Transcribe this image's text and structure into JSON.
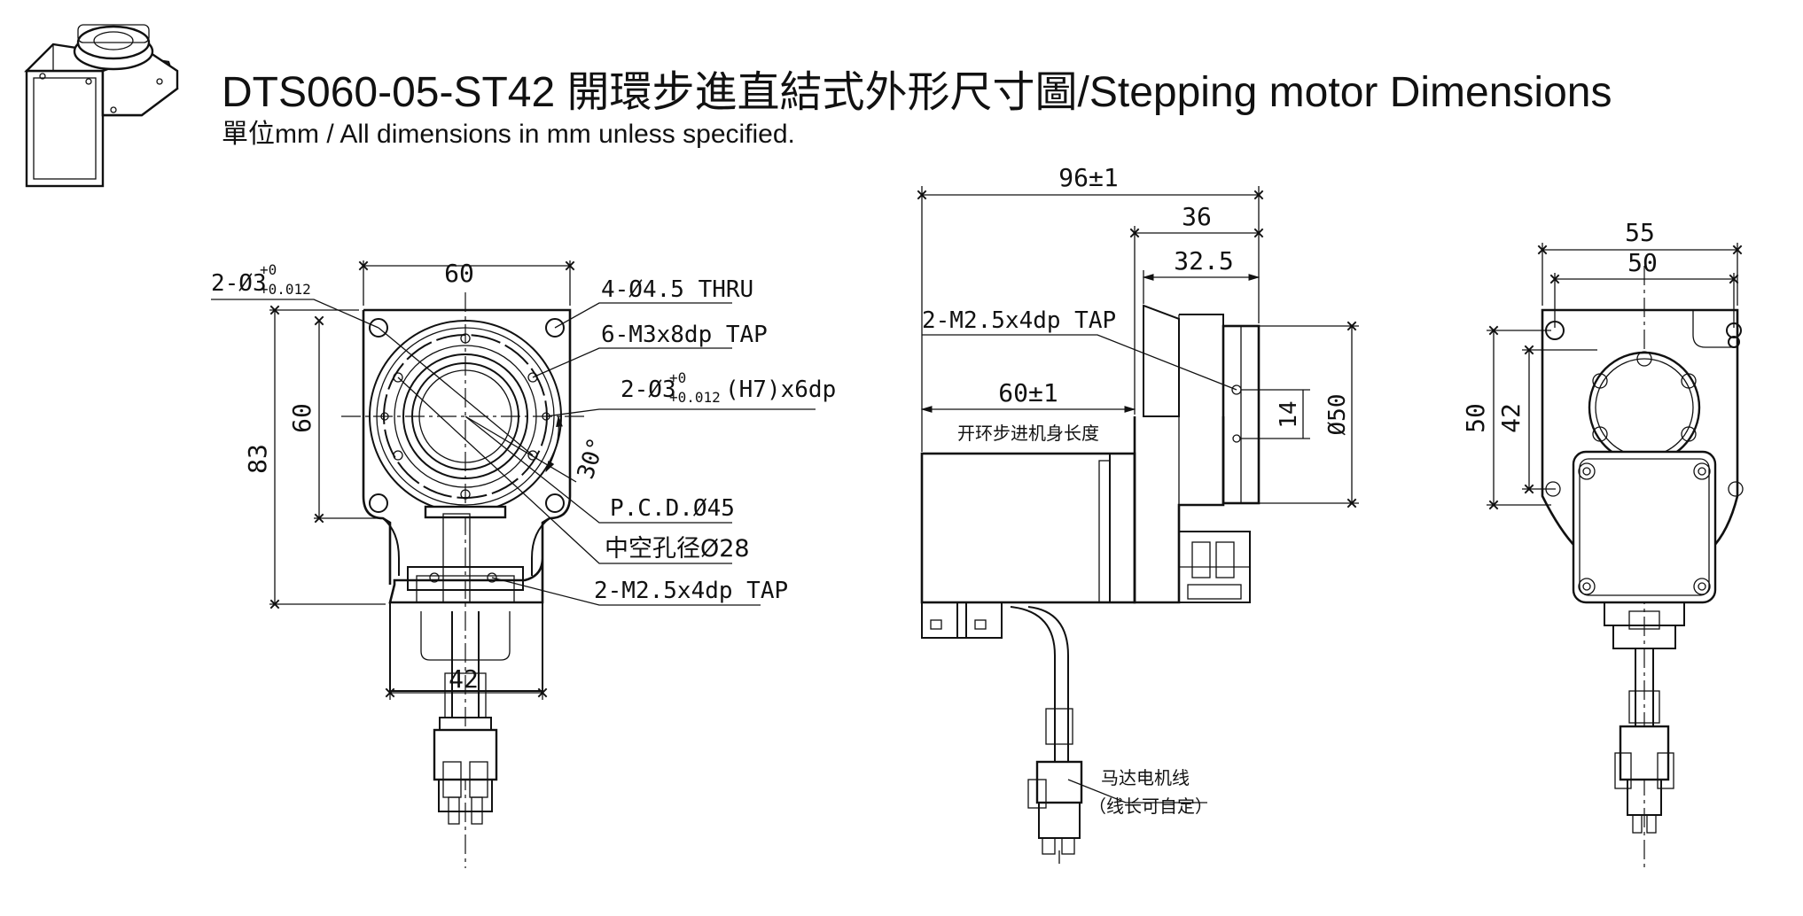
{
  "header": {
    "title": "DTS060-05-ST42 開環步進直結式外形尺寸圖/Stepping motor Dimensions",
    "subtitle": "單位mm / All dimensions in mm unless specified."
  },
  "front_view": {
    "width_dim": "60",
    "height_outer_dim": "83",
    "height_inner_dim": "60",
    "motor_width_dim": "42",
    "angle_dim": "30°",
    "callouts": {
      "pin_holes_prefix": "2-Ø3",
      "pin_holes_tol_upper": "+0",
      "pin_holes_tol_lower": "+0.012",
      "thru_holes": "4-Ø4.5 THRU",
      "tapped_holes": "6-M3x8dp TAP",
      "dowel_prefix": "2-Ø3",
      "dowel_tol_upper": "+0",
      "dowel_tol_lower": "+0.012",
      "dowel_suffix": "(H7)x6dp",
      "pcd": "P.C.D.Ø45",
      "hollow_bore": "中空孔径Ø28",
      "motor_tap": "2-M2.5x4dp TAP"
    }
  },
  "side_view": {
    "overall_length_dim": "96±1",
    "dim_36": "36",
    "dim_32_5": "32.5",
    "tap_callout": "2-M2.5x4dp TAP",
    "motor_length_dim": "60±1",
    "motor_length_label": "开环步进机身长度",
    "dim_14": "14",
    "diameter_dim": "Ø50",
    "cable_label_line1": "马达电机线",
    "cable_label_line2": "（线长可自定）"
  },
  "rear_view": {
    "dim_55": "55",
    "dim_50_top": "50",
    "dim_50_left": "50",
    "dim_42": "42"
  }
}
